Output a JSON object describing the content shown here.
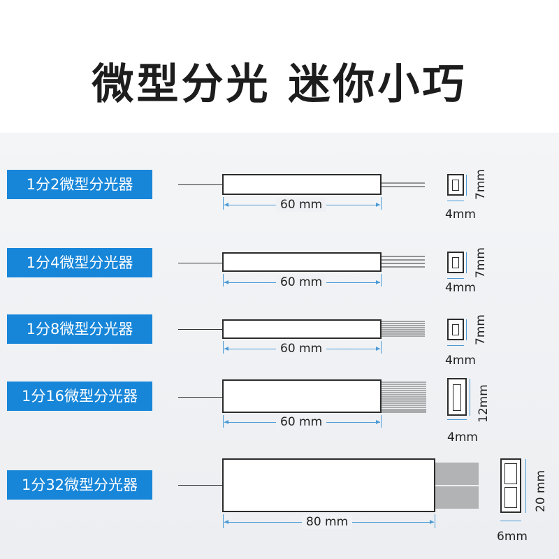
{
  "title": "微型分光 迷你小巧",
  "rows": [
    {
      "label": "1分2微型分光器",
      "length": "60 mm",
      "height": "7mm",
      "width": "4mm"
    },
    {
      "label": "1分4微型分光器",
      "length": "60 mm",
      "height": "7mm",
      "width": "4mm"
    },
    {
      "label": "1分8微型分光器",
      "length": "60 mm",
      "height": "7mm",
      "width": "4mm"
    },
    {
      "label": "1分16微型分光器",
      "length": "60 mm",
      "height": "12mm",
      "width": "4mm"
    },
    {
      "label": "1分32微型分光器",
      "length": "80 mm",
      "height": "20 mm",
      "width": "6mm"
    }
  ],
  "colors": {
    "label_bg": "#1786d9",
    "dimension_line": "#4a9ad6"
  }
}
